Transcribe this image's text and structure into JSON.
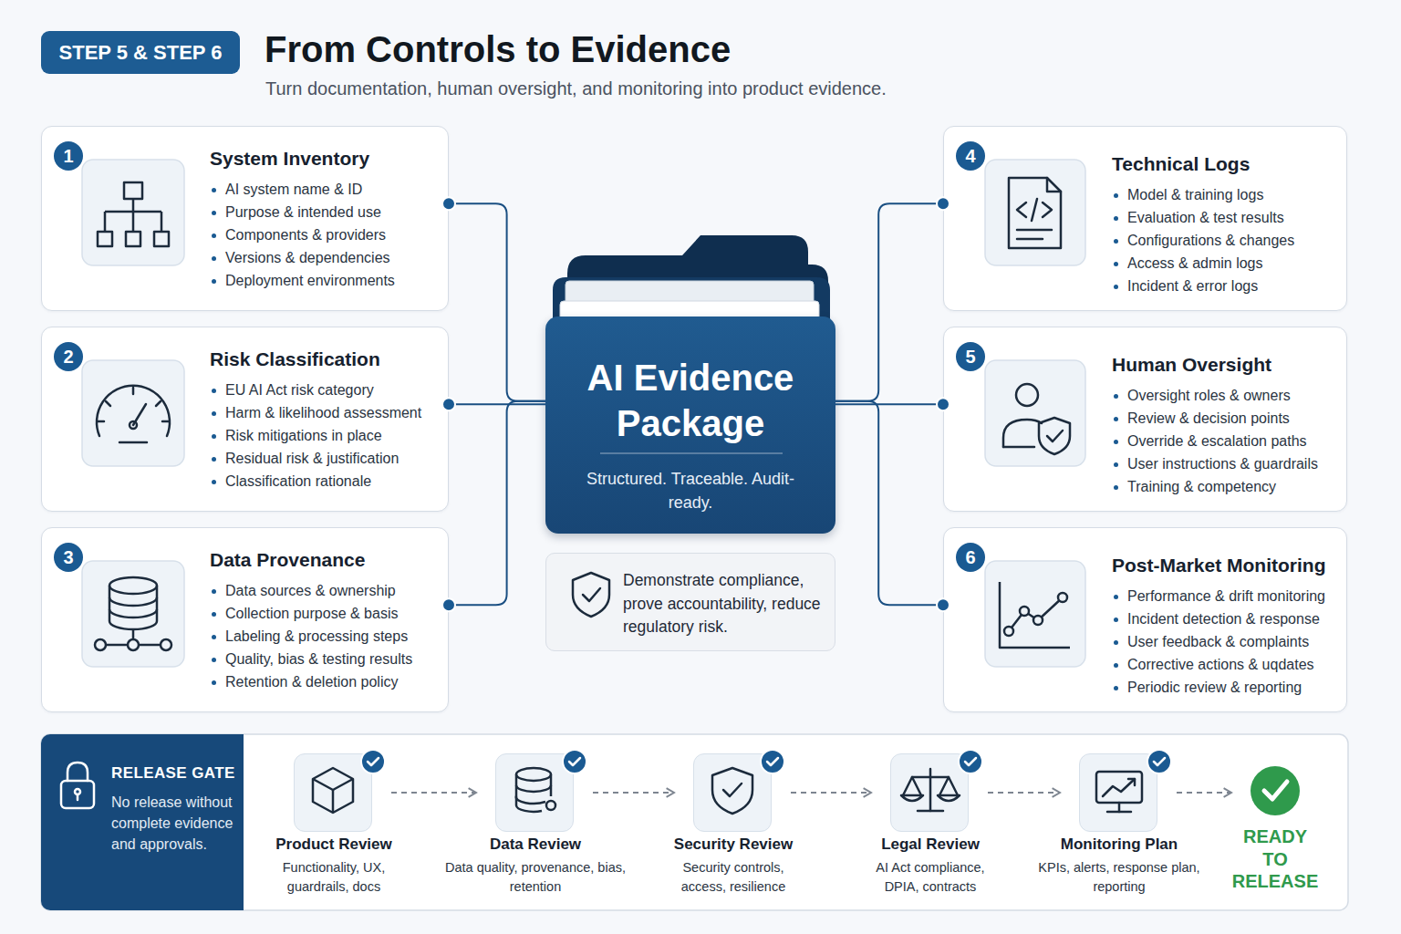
{
  "diagram": {
    "title": "From Controls to Evidence",
    "caption": "Turn documentation, human oversight, and monitoring into product evidence.",
    "nodes": [
      {
        "text": [
          "STEP 5 & STEP 6"
        ]
      },
      {
        "text": [
          "System Inventory",
          "AI system name & ID",
          "Purpose & intended use",
          "Components & providers",
          "Versions & dependencies",
          "Deployment environments"
        ]
      },
      {
        "text": [
          "1"
        ],
        "in": 1
      },
      {
        "text": [
          "Risk Classification",
          "EU AI Act risk category",
          "Harm & likelihood assessment",
          "Risk mitigations in place",
          "Residual risk & justification",
          "Classification rationale"
        ]
      },
      {
        "text": [
          "2"
        ],
        "in": 3
      },
      {
        "text": [
          "Data Provenance",
          "Data sources & ownership",
          "Collection purpose & basis",
          "Labeling & processing steps",
          "Quality, bias & testing results",
          "Retention & deletion policy"
        ]
      },
      {
        "text": [
          "3"
        ],
        "in": 5
      },
      {
        "text": [
          "AI Evidence Package",
          "Structured. Traceable. Audit-ready."
        ]
      },
      {
        "text": [
          "Demonstrate compliance, prove accountability, reduce regulatory risk."
        ]
      },
      {
        "text": [
          "Technical Logs",
          "Model & training logs",
          "Evaluation & test results",
          "Configurations & changes",
          "Access & admin logs",
          "Incident & error logs"
        ]
      },
      {
        "text": [
          "4"
        ],
        "in": 9
      },
      {
        "text": [
          "Human Oversight",
          "Oversight roles & owners",
          "Review & decision points",
          "Override & escalation paths",
          "User instructions & guardrails",
          "Training & competency"
        ]
      },
      {
        "text": [
          "5"
        ],
        "in": 11
      },
      {
        "text": [
          "Post-Market Monitoring",
          "Performance & drift monitoring",
          "Incident detection & response",
          "User feedback & complaints",
          "Corrective actions & uqdates",
          "Periodic review & reporting"
        ]
      },
      {
        "text": [
          "6"
        ],
        "in": 13
      },
      {
        "text": [
          "RELEASE GATE",
          "No release without complete evidence and approvals."
        ]
      },
      {
        "text": [
          "Product Review",
          "Functionality, UX, guardrails, docs"
        ]
      },
      {
        "text": [
          "Data Review",
          "Data quality, provenance, bias, retention"
        ]
      },
      {
        "text": [
          "Security Review",
          "Security controls, access, resilience"
        ]
      },
      {
        "text": [
          "Legal Review",
          "AI Act compliance, DPIA, contracts"
        ]
      },
      {
        "text": [
          "Monitoring Plan",
          "KPIs, alerts, response plan, reporting"
        ]
      },
      {
        "text": [
          "READY TO RELEASE"
        ]
      }
    ],
    "edges": [
      {
        "from": 1,
        "to": 7,
        "arrow": "none"
      },
      {
        "from": 3,
        "to": 7,
        "arrow": "none"
      },
      {
        "from": 5,
        "to": 7,
        "arrow": "none"
      },
      {
        "from": 7,
        "to": 9,
        "arrow": "none"
      },
      {
        "from": 7,
        "to": 11,
        "arrow": "none"
      },
      {
        "from": 7,
        "to": 13,
        "arrow": "none"
      },
      {
        "from": 16,
        "to": 17,
        "arrow": "to"
      },
      {
        "from": 17,
        "to": 18,
        "arrow": "to"
      },
      {
        "from": 18,
        "to": 19,
        "arrow": "to"
      },
      {
        "from": 19,
        "to": 20,
        "arrow": "to"
      },
      {
        "from": 20,
        "to": 21,
        "arrow": "to"
      }
    ]
  }
}
